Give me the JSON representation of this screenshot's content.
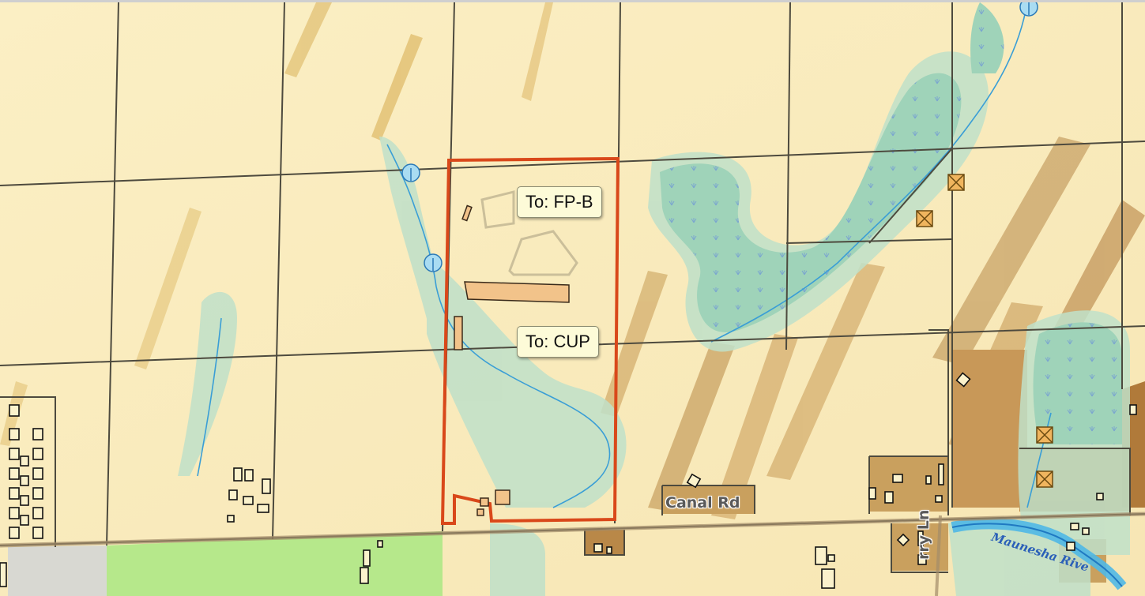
{
  "map": {
    "labels": {
      "zone_fp_b": "To: FP-B",
      "zone_cup": "To: CUP"
    },
    "roads": {
      "canal_rd": "Canal Rd",
      "cherry_ln_fragment": "rry Ln"
    },
    "water": {
      "river_fragment": "Maunesha Rive"
    },
    "colors": {
      "background_cropland": "#fbf2cc",
      "wetland": "#9fd3b9",
      "floodplain_buffer": "#bfe0c9",
      "parcel_line": "#4d4a3e",
      "subject_parcel_outline": "#d9481a",
      "structure_fill": "#f2c38a",
      "hydric_soil": "#b8894a",
      "green_field": "#b6e88b",
      "stream": "#3a9ed6"
    }
  }
}
